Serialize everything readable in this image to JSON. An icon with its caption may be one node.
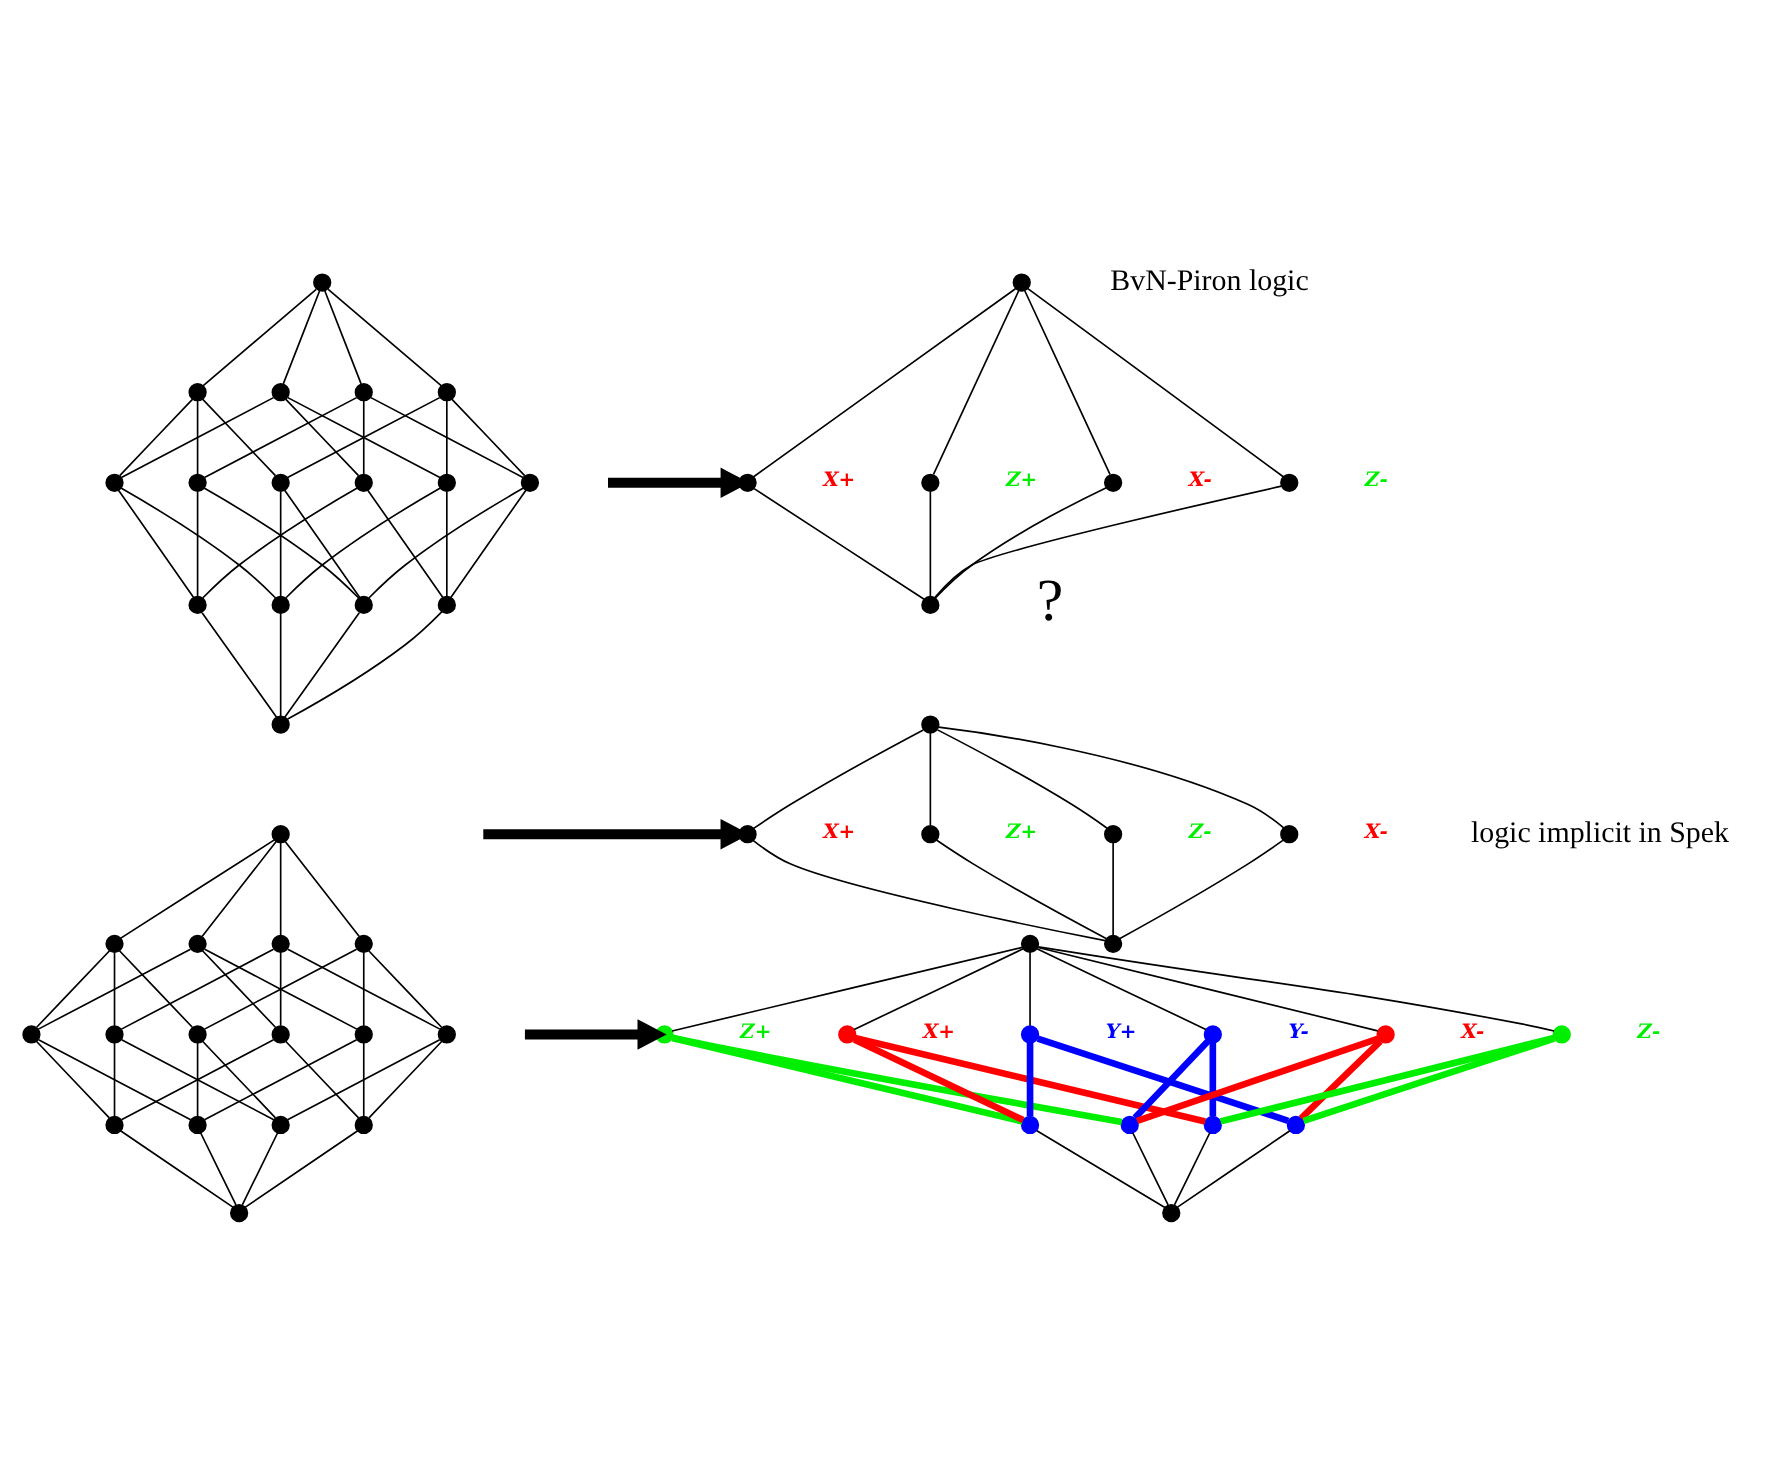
{
  "diagram": {
    "nodes": [
      {
        "text": [],
        "shape": "circle"
      },
      {
        "text": [],
        "shape": "circle"
      },
      {
        "text": [],
        "shape": "circle"
      },
      {
        "text": [],
        "shape": "circle"
      },
      {
        "text": [],
        "shape": "circle"
      },
      {
        "text": [],
        "shape": "circle"
      },
      {
        "text": [],
        "shape": "circle"
      },
      {
        "text": [],
        "shape": "circle"
      },
      {
        "text": [],
        "shape": "circle"
      },
      {
        "text": [],
        "shape": "circle"
      },
      {
        "text": [],
        "shape": "circle"
      },
      {
        "text": [],
        "shape": "circle"
      },
      {
        "text": [],
        "shape": "circle"
      },
      {
        "text": [],
        "shape": "circle"
      },
      {
        "text": [],
        "shape": "circle"
      },
      {
        "text": [],
        "shape": "circle"
      },
      {
        "text": [],
        "shape": "circle"
      },
      {
        "text": [],
        "shape": "circle",
        "beside": [
          "X+"
        ]
      },
      {
        "text": [],
        "shape": "circle",
        "beside": [
          "Z+"
        ]
      },
      {
        "text": [],
        "shape": "circle",
        "beside": [
          "X-"
        ]
      },
      {
        "text": [],
        "shape": "circle",
        "beside": [
          "Z-"
        ]
      },
      {
        "text": [],
        "shape": "circle"
      },
      {
        "text": [],
        "shape": "circle"
      },
      {
        "text": [],
        "shape": "circle",
        "beside": [
          "X+"
        ]
      },
      {
        "text": [],
        "shape": "circle",
        "beside": [
          "Z+"
        ]
      },
      {
        "text": [],
        "shape": "circle",
        "beside": [
          "Z-"
        ]
      },
      {
        "text": [],
        "shape": "circle",
        "beside": [
          "X-"
        ]
      },
      {
        "text": [],
        "shape": "circle"
      },
      {
        "text": [],
        "shape": "circle"
      },
      {
        "text": [],
        "shape": "circle"
      },
      {
        "text": [],
        "shape": "circle"
      },
      {
        "text": [],
        "shape": "circle"
      },
      {
        "text": [],
        "shape": "circle"
      },
      {
        "text": [],
        "shape": "circle"
      },
      {
        "text": [],
        "shape": "circle"
      },
      {
        "text": [],
        "shape": "circle"
      },
      {
        "text": [],
        "shape": "circle"
      },
      {
        "text": [],
        "shape": "circle"
      },
      {
        "text": [],
        "shape": "circle"
      },
      {
        "text": [],
        "shape": "circle"
      },
      {
        "text": [],
        "shape": "circle"
      },
      {
        "text": [],
        "shape": "circle"
      },
      {
        "text": [],
        "shape": "circle"
      },
      {
        "text": [],
        "shape": "circle"
      },
      {
        "text": [],
        "shape": "circle"
      },
      {
        "text": [],
        "shape": "circle",
        "beside": [
          "Z+"
        ]
      },
      {
        "text": [],
        "shape": "circle",
        "beside": [
          "X+"
        ]
      },
      {
        "text": [],
        "shape": "circle",
        "beside": [
          "Y+"
        ]
      },
      {
        "text": [],
        "shape": "circle",
        "beside": [
          "Y-"
        ]
      },
      {
        "text": [],
        "shape": "circle",
        "beside": [
          "X-"
        ]
      },
      {
        "text": [],
        "shape": "circle",
        "beside": [
          "Z-"
        ]
      },
      {
        "text": [],
        "shape": "circle"
      },
      {
        "text": [],
        "shape": "circle"
      },
      {
        "text": [],
        "shape": "circle"
      },
      {
        "text": [],
        "shape": "circle"
      },
      {
        "text": [],
        "shape": "circle"
      }
    ],
    "edges": [
      {
        "from": 0,
        "to": 1,
        "arrow": "none"
      },
      {
        "from": 0,
        "to": 2,
        "arrow": "none"
      },
      {
        "from": 0,
        "to": 3,
        "arrow": "none"
      },
      {
        "from": 0,
        "to": 4,
        "arrow": "none"
      },
      {
        "from": 1,
        "to": 5,
        "arrow": "none"
      },
      {
        "from": 1,
        "to": 6,
        "arrow": "none"
      },
      {
        "from": 1,
        "to": 7,
        "arrow": "none"
      },
      {
        "from": 2,
        "to": 5,
        "arrow": "none"
      },
      {
        "from": 2,
        "to": 8,
        "arrow": "none"
      },
      {
        "from": 2,
        "to": 9,
        "arrow": "none"
      },
      {
        "from": 3,
        "to": 6,
        "arrow": "none"
      },
      {
        "from": 3,
        "to": 8,
        "arrow": "none"
      },
      {
        "from": 3,
        "to": 10,
        "arrow": "none"
      },
      {
        "from": 4,
        "to": 7,
        "arrow": "none"
      },
      {
        "from": 4,
        "to": 9,
        "arrow": "none"
      },
      {
        "from": 4,
        "to": 10,
        "arrow": "none"
      },
      {
        "from": 5,
        "to": 11,
        "arrow": "none"
      },
      {
        "from": 6,
        "to": 11,
        "arrow": "none"
      },
      {
        "from": 8,
        "to": 11,
        "arrow": "none"
      },
      {
        "from": 5,
        "to": 12,
        "arrow": "none"
      },
      {
        "from": 7,
        "to": 12,
        "arrow": "none"
      },
      {
        "from": 9,
        "to": 12,
        "arrow": "none"
      },
      {
        "from": 6,
        "to": 13,
        "arrow": "none"
      },
      {
        "from": 7,
        "to": 13,
        "arrow": "none"
      },
      {
        "from": 10,
        "to": 13,
        "arrow": "none"
      },
      {
        "from": 8,
        "to": 14,
        "arrow": "none"
      },
      {
        "from": 9,
        "to": 14,
        "arrow": "none"
      },
      {
        "from": 10,
        "to": 14,
        "arrow": "none"
      },
      {
        "from": 11,
        "to": 15,
        "arrow": "none"
      },
      {
        "from": 12,
        "to": 15,
        "arrow": "none"
      },
      {
        "from": 13,
        "to": 15,
        "arrow": "none"
      },
      {
        "from": 14,
        "to": 15,
        "arrow": "none"
      },
      {
        "from": 16,
        "to": 17,
        "arrow": "none"
      },
      {
        "from": 16,
        "to": 18,
        "arrow": "none"
      },
      {
        "from": 16,
        "to": 19,
        "arrow": "none"
      },
      {
        "from": 16,
        "to": 20,
        "arrow": "none"
      },
      {
        "from": 17,
        "to": 21,
        "arrow": "none"
      },
      {
        "from": 18,
        "to": 21,
        "arrow": "none"
      },
      {
        "from": 19,
        "to": 21,
        "arrow": "none"
      },
      {
        "from": 20,
        "to": 21,
        "arrow": "none"
      },
      {
        "from": 22,
        "to": 23,
        "arrow": "none"
      },
      {
        "from": 22,
        "to": 24,
        "arrow": "none"
      },
      {
        "from": 22,
        "to": 25,
        "arrow": "none"
      },
      {
        "from": 22,
        "to": 26,
        "arrow": "none"
      },
      {
        "from": 23,
        "to": 27,
        "arrow": "none"
      },
      {
        "from": 24,
        "to": 27,
        "arrow": "none"
      },
      {
        "from": 25,
        "to": 27,
        "arrow": "none"
      },
      {
        "from": 26,
        "to": 27,
        "arrow": "none"
      },
      {
        "from": 28,
        "to": 29,
        "arrow": "none"
      },
      {
        "from": 28,
        "to": 30,
        "arrow": "none"
      },
      {
        "from": 28,
        "to": 31,
        "arrow": "none"
      },
      {
        "from": 28,
        "to": 32,
        "arrow": "none"
      },
      {
        "from": 29,
        "to": 33,
        "arrow": "none"
      },
      {
        "from": 29,
        "to": 34,
        "arrow": "none"
      },
      {
        "from": 29,
        "to": 35,
        "arrow": "none"
      },
      {
        "from": 30,
        "to": 33,
        "arrow": "none"
      },
      {
        "from": 30,
        "to": 36,
        "arrow": "none"
      },
      {
        "from": 30,
        "to": 37,
        "arrow": "none"
      },
      {
        "from": 31,
        "to": 34,
        "arrow": "none"
      },
      {
        "from": 31,
        "to": 36,
        "arrow": "none"
      },
      {
        "from": 31,
        "to": 38,
        "arrow": "none"
      },
      {
        "from": 32,
        "to": 35,
        "arrow": "none"
      },
      {
        "from": 32,
        "to": 37,
        "arrow": "none"
      },
      {
        "from": 32,
        "to": 38,
        "arrow": "none"
      },
      {
        "from": 33,
        "to": 39,
        "arrow": "none"
      },
      {
        "from": 34,
        "to": 39,
        "arrow": "none"
      },
      {
        "from": 36,
        "to": 39,
        "arrow": "none"
      },
      {
        "from": 33,
        "to": 40,
        "arrow": "none"
      },
      {
        "from": 35,
        "to": 40,
        "arrow": "none"
      },
      {
        "from": 37,
        "to": 40,
        "arrow": "none"
      },
      {
        "from": 34,
        "to": 41,
        "arrow": "none"
      },
      {
        "from": 35,
        "to": 41,
        "arrow": "none"
      },
      {
        "from": 38,
        "to": 41,
        "arrow": "none"
      },
      {
        "from": 36,
        "to": 42,
        "arrow": "none"
      },
      {
        "from": 37,
        "to": 42,
        "arrow": "none"
      },
      {
        "from": 38,
        "to": 42,
        "arrow": "none"
      },
      {
        "from": 39,
        "to": 43,
        "arrow": "none"
      },
      {
        "from": 40,
        "to": 43,
        "arrow": "none"
      },
      {
        "from": 41,
        "to": 43,
        "arrow": "none"
      },
      {
        "from": 42,
        "to": 43,
        "arrow": "none"
      },
      {
        "from": 44,
        "to": 45,
        "arrow": "none"
      },
      {
        "from": 44,
        "to": 46,
        "arrow": "none"
      },
      {
        "from": 44,
        "to": 47,
        "arrow": "none"
      },
      {
        "from": 44,
        "to": 48,
        "arrow": "none"
      },
      {
        "from": 44,
        "to": 49,
        "arrow": "none"
      },
      {
        "from": 44,
        "to": 50,
        "arrow": "none"
      },
      {
        "from": 45,
        "to": 51,
        "arrow": "none",
        "style": "thick",
        "color": "#00ee00"
      },
      {
        "from": 45,
        "to": 52,
        "arrow": "none",
        "style": "thick",
        "color": "#00ee00"
      },
      {
        "from": 46,
        "to": 51,
        "arrow": "none",
        "style": "thick",
        "color": "#ff0000"
      },
      {
        "from": 46,
        "to": 53,
        "arrow": "none",
        "style": "thick",
        "color": "#ff0000"
      },
      {
        "from": 47,
        "to": 51,
        "arrow": "none",
        "style": "thick",
        "color": "#0000ff"
      },
      {
        "from": 47,
        "to": 54,
        "arrow": "none",
        "style": "thick",
        "color": "#0000ff"
      },
      {
        "from": 48,
        "to": 52,
        "arrow": "none",
        "style": "thick",
        "color": "#0000ff"
      },
      {
        "from": 48,
        "to": 53,
        "arrow": "none",
        "style": "thick",
        "color": "#0000ff"
      },
      {
        "from": 49,
        "to": 52,
        "arrow": "none",
        "style": "thick",
        "color": "#ff0000"
      },
      {
        "from": 49,
        "to": 54,
        "arrow": "none",
        "style": "thick",
        "color": "#ff0000"
      },
      {
        "from": 50,
        "to": 53,
        "arrow": "none",
        "style": "thick",
        "color": "#00ee00"
      },
      {
        "from": 50,
        "to": 54,
        "arrow": "none",
        "style": "thick",
        "color": "#00ee00"
      },
      {
        "from": 51,
        "to": 55,
        "arrow": "none"
      },
      {
        "from": 52,
        "to": 55,
        "arrow": "none"
      },
      {
        "from": 53,
        "to": 55,
        "arrow": "none"
      },
      {
        "from": 54,
        "to": 55,
        "arrow": "none"
      },
      {
        "from": null,
        "to": 17,
        "arrow": "to",
        "style": "thick"
      },
      {
        "from": null,
        "to": 23,
        "arrow": "to",
        "style": "thick"
      },
      {
        "from": null,
        "to": 45,
        "arrow": "to",
        "style": "thick"
      }
    ],
    "labels": [
      "BvN-Piron logic",
      "?",
      "logic implicit in Spek"
    ]
  }
}
